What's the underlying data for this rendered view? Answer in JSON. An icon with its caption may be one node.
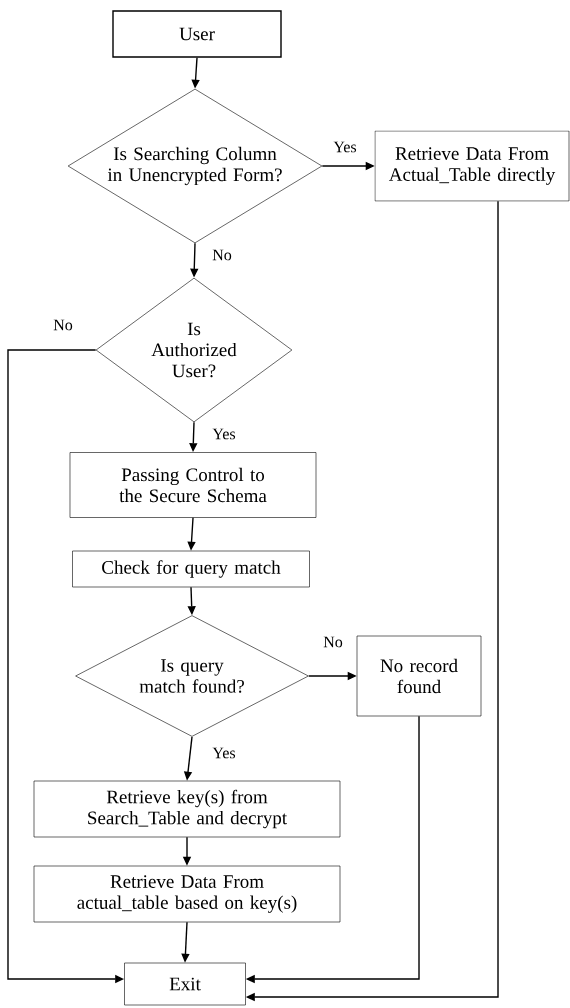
{
  "diagram": {
    "nodes": [
      {
        "text": [
          "User"
        ]
      },
      {
        "text": [
          "Is Searching Column in Unencrypted Form?"
        ]
      },
      {
        "text": [
          "Retrieve Data From Actual_Table directly"
        ]
      },
      {
        "text": [
          "Is Authorized User?"
        ]
      },
      {
        "text": [
          "Passing Control to the Secure Schema"
        ]
      },
      {
        "text": [
          "Check for query match"
        ]
      },
      {
        "text": [
          "Is query match found?"
        ]
      },
      {
        "text": [
          "No record found"
        ]
      },
      {
        "text": [
          "Retrieve key(s) from Search_Table and decrypt"
        ]
      },
      {
        "text": [
          "Retrieve Data From actual_table based on key(s)"
        ]
      },
      {
        "text": [
          "Exit"
        ]
      }
    ],
    "edges": [
      {
        "from": 0,
        "to": 1,
        "arrow": "to"
      },
      {
        "from": 1,
        "to": 2,
        "arrow": "to",
        "label": "Yes"
      },
      {
        "from": 1,
        "to": 3,
        "arrow": "to",
        "label": "No"
      },
      {
        "from": 3,
        "to": 10,
        "arrow": "to",
        "label": "No"
      },
      {
        "from": 3,
        "to": 4,
        "arrow": "to",
        "label": "Yes"
      },
      {
        "from": 4,
        "to": 5,
        "arrow": "to"
      },
      {
        "from": 5,
        "to": 6,
        "arrow": "to"
      },
      {
        "from": 6,
        "to": 7,
        "arrow": "to",
        "label": "No"
      },
      {
        "from": 6,
        "to": 8,
        "arrow": "to",
        "label": "Yes"
      },
      {
        "from": 8,
        "to": 9,
        "arrow": "to"
      },
      {
        "from": 9,
        "to": 10,
        "arrow": "to"
      },
      {
        "from": 7,
        "to": 10,
        "arrow": "to"
      },
      {
        "from": 2,
        "to": 10,
        "arrow": "to"
      }
    ]
  }
}
